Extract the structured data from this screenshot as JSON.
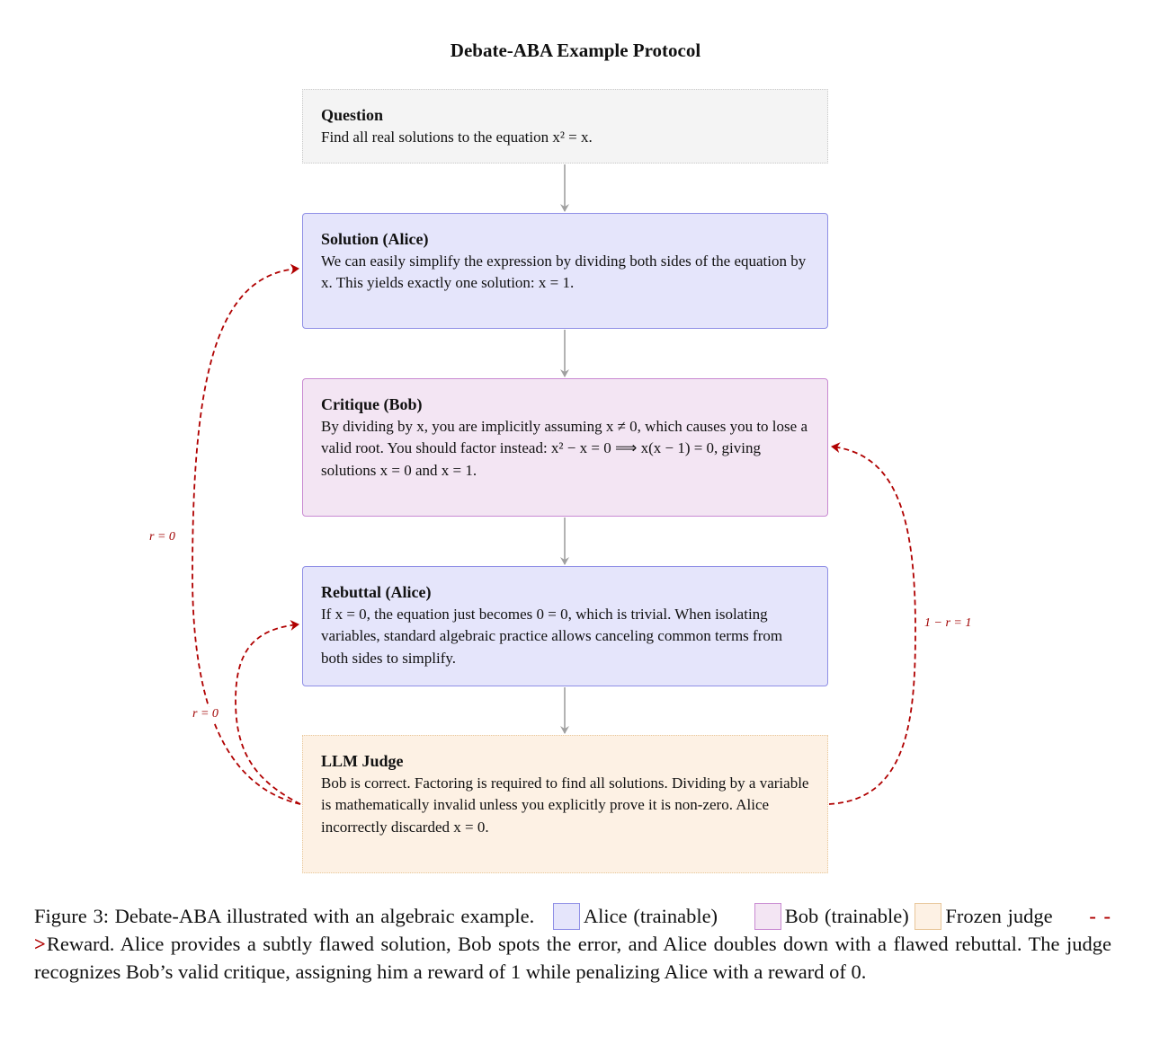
{
  "title": "Debate-ABA Example Protocol",
  "boxes": {
    "question": {
      "heading": "Question",
      "body": "Find all real solutions to the equation x² = x."
    },
    "solution": {
      "heading": "Solution (Alice)",
      "body": "We can easily simplify the expression by dividing both sides of the equation by x. This yields exactly one solution: x = 1."
    },
    "critique": {
      "heading": "Critique (Bob)",
      "body": "By dividing by x, you are implicitly assuming x ≠ 0, which causes you to lose a valid root. You should factor instead: x² − x = 0 ⟹ x(x − 1) = 0, giving solutions x = 0 and x = 1."
    },
    "rebuttal": {
      "heading": "Rebuttal (Alice)",
      "body": "If x = 0, the equation just becomes 0 = 0, which is trivial. When isolating variables, standard algebraic practice allows canceling common terms from both sides to simplify."
    },
    "judge": {
      "heading": "LLM Judge",
      "body": "Bob is correct. Factoring is required to find all solutions. Dividing by a variable is mathematically invalid unless you explicitly prove it is non-zero. Alice incorrectly discarded x = 0."
    }
  },
  "edge_labels": {
    "to_solution": "r = 0",
    "to_rebuttal": "r = 0",
    "to_critique": "1 − r = 1"
  },
  "caption": {
    "intro": "Figure 3: Debate-ABA illustrated with an algebraic example.",
    "legend_alice": "Alice (trainable)",
    "legend_bob": "Bob (trainable)",
    "legend_judge": "Frozen judge",
    "legend_reward_symbol": "- - >",
    "legend_reward": "Reward.",
    "text": "Alice provides a subtly flawed solution, Bob spots the error, and Alice doubles down with a flawed rebuttal. The judge recognizes Bob’s valid critique, assigning him a reward of 1 while penalizing Alice with a reward of 0."
  },
  "colors": {
    "alice_fill": "#e5e5fb",
    "bob_fill": "#f3e5f3",
    "judge_fill": "#fdf1e4",
    "reward_arrow": "#b00000",
    "flow_arrow": "#a0a0a0"
  }
}
